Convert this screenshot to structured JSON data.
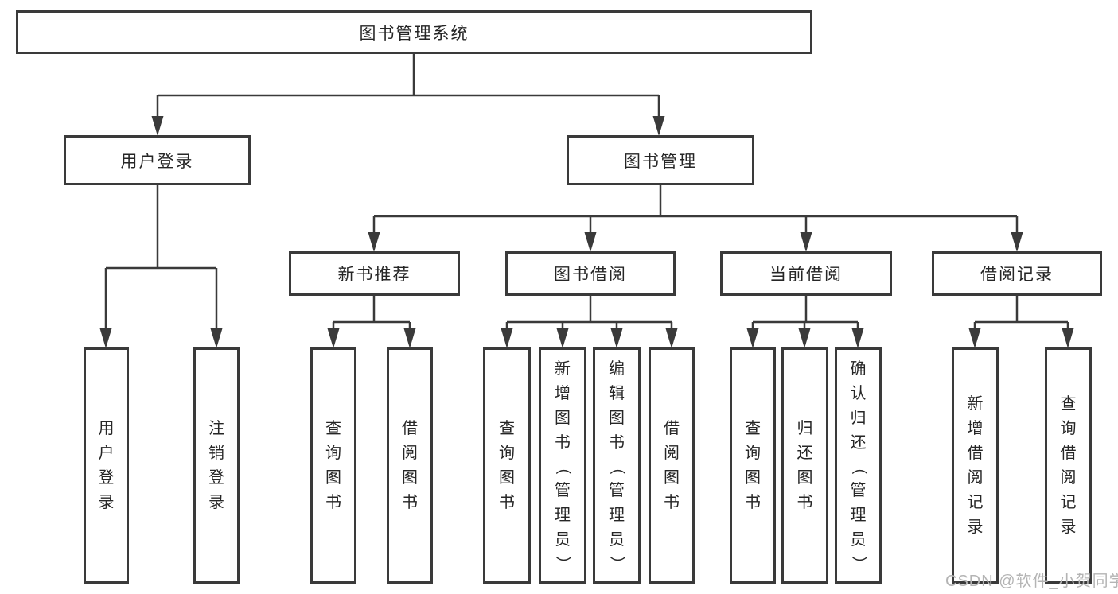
{
  "colors": {
    "line": "#3a3a3a",
    "text": "#262626",
    "background": "#ffffff",
    "watermark": "#b4b4b4"
  },
  "watermark": {
    "text": "CSDN @软件_小贺同学"
  },
  "tree": {
    "root": {
      "label": "图书管理系统"
    },
    "branches": [
      {
        "label": "用户登录",
        "children": [
          {
            "label": "用户登录"
          },
          {
            "label": "注销登录"
          }
        ]
      },
      {
        "label": "图书管理",
        "children": [
          {
            "label": "新书推荐",
            "children": [
              {
                "label": "查询图书"
              },
              {
                "label": "借阅图书"
              }
            ]
          },
          {
            "label": "图书借阅",
            "children": [
              {
                "label": "查询图书"
              },
              {
                "label": "新增图书（管理员）"
              },
              {
                "label": "编辑图书（管理员）"
              },
              {
                "label": "借阅图书"
              }
            ]
          },
          {
            "label": "当前借阅",
            "children": [
              {
                "label": "查询图书"
              },
              {
                "label": "归还图书"
              },
              {
                "label": "确认归还（管理员）"
              }
            ]
          },
          {
            "label": "借阅记录",
            "children": [
              {
                "label": "新增借阅记录"
              },
              {
                "label": "查询借阅记录"
              }
            ]
          }
        ]
      }
    ]
  }
}
